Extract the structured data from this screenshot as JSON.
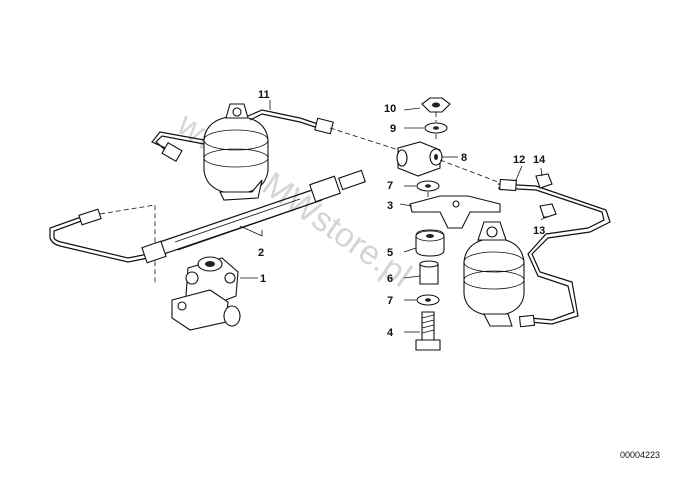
{
  "diagram": {
    "watermark": "www.BMWstore.pl",
    "reference_number": "00004223",
    "callouts": [
      {
        "id": "1",
        "label": "1"
      },
      {
        "id": "2",
        "label": "2"
      },
      {
        "id": "3",
        "label": "3"
      },
      {
        "id": "4",
        "label": "4"
      },
      {
        "id": "5",
        "label": "5"
      },
      {
        "id": "6",
        "label": "6"
      },
      {
        "id": "7a",
        "label": "7"
      },
      {
        "id": "7b",
        "label": "7"
      },
      {
        "id": "8",
        "label": "8"
      },
      {
        "id": "9",
        "label": "9"
      },
      {
        "id": "10",
        "label": "10"
      },
      {
        "id": "11",
        "label": "11"
      },
      {
        "id": "12",
        "label": "12"
      },
      {
        "id": "13",
        "label": "13"
      },
      {
        "id": "14",
        "label": "14"
      }
    ]
  }
}
